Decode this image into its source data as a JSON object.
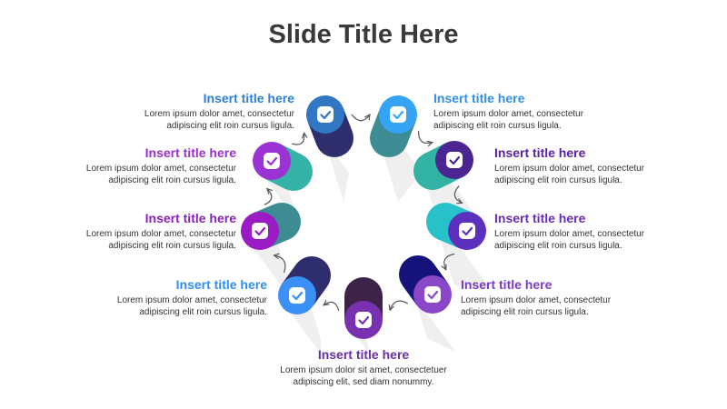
{
  "slide": {
    "title": "Slide Title Here"
  },
  "colors": {
    "arrow": "#555555",
    "shadow": "#e8e8e8"
  },
  "steps": [
    {
      "title": "Insert title here",
      "line1": "Lorem ipsum dolor amet, consectetur",
      "line2": "adipiscing elit roin cursus ligula.",
      "title_color": "#2f8fe6",
      "cap_color": "#36a4f5",
      "body_color": "#3d8b93",
      "icon": "check-icon"
    },
    {
      "title": "Insert title here",
      "line1": "Lorem ipsum dolor amet, consectetur",
      "line2": "adipiscing elit roin cursus ligula.",
      "title_color": "#5a1f9e",
      "cap_color": "#4b2592",
      "body_color": "#33b3a4",
      "icon": "check-icon"
    },
    {
      "title": "Insert title here",
      "line1": "Lorem ipsum dolor amet, consectetur",
      "line2": "adipiscing elit roin cursus ligula.",
      "title_color": "#6a2cb0",
      "cap_color": "#5d2fbf",
      "body_color": "#27c1c9",
      "icon": "check-icon"
    },
    {
      "title": "Insert title here",
      "line1": "Lorem ipsum dolor amet, consectetur",
      "line2": "adipiscing elit roin cursus ligula.",
      "title_color": "#7b3bc7",
      "cap_color": "#8a48c9",
      "body_color": "#15127a",
      "icon": "check-icon"
    },
    {
      "title": "Insert title here",
      "line1": "Lorem ipsum dolor sit amet, consectetuer",
      "line2": "adipiscing elit, sed diam nonummy.",
      "title_color": "#6a2fa5",
      "cap_color": "#7832b0",
      "body_color": "#3d2347",
      "icon": "check-icon"
    },
    {
      "title": "Insert title here",
      "line1": "Lorem ipsum dolor amet, consectetur",
      "line2": "adipiscing elit roin cursus ligula.",
      "title_color": "#2e8ff0",
      "cap_color": "#3a90f5",
      "body_color": "#2e2e6e",
      "icon": "check-icon"
    },
    {
      "title": "Insert title here",
      "line1": "Lorem ipsum dolor amet, consectetur",
      "line2": "adipiscing elit roin cursus ligula.",
      "title_color": "#8a1fba",
      "cap_color": "#9a1bc4",
      "body_color": "#3d8b93",
      "icon": "check-icon"
    },
    {
      "title": "Insert title here",
      "line1": "Lorem ipsum dolor amet, consectetur",
      "line2": "adipiscing elit roin cursus ligula.",
      "title_color": "#9b2fd0",
      "cap_color": "#9b33d4",
      "body_color": "#35b3a8",
      "icon": "check-icon"
    },
    {
      "title": "Insert title here",
      "line1": "Lorem ipsum dolor amet, consectetur",
      "line2": "adipiscing elit roin cursus ligula.",
      "title_color": "#2e7ed6",
      "cap_color": "#3277c4",
      "body_color": "#2e2e6e",
      "icon": "check-icon"
    }
  ]
}
